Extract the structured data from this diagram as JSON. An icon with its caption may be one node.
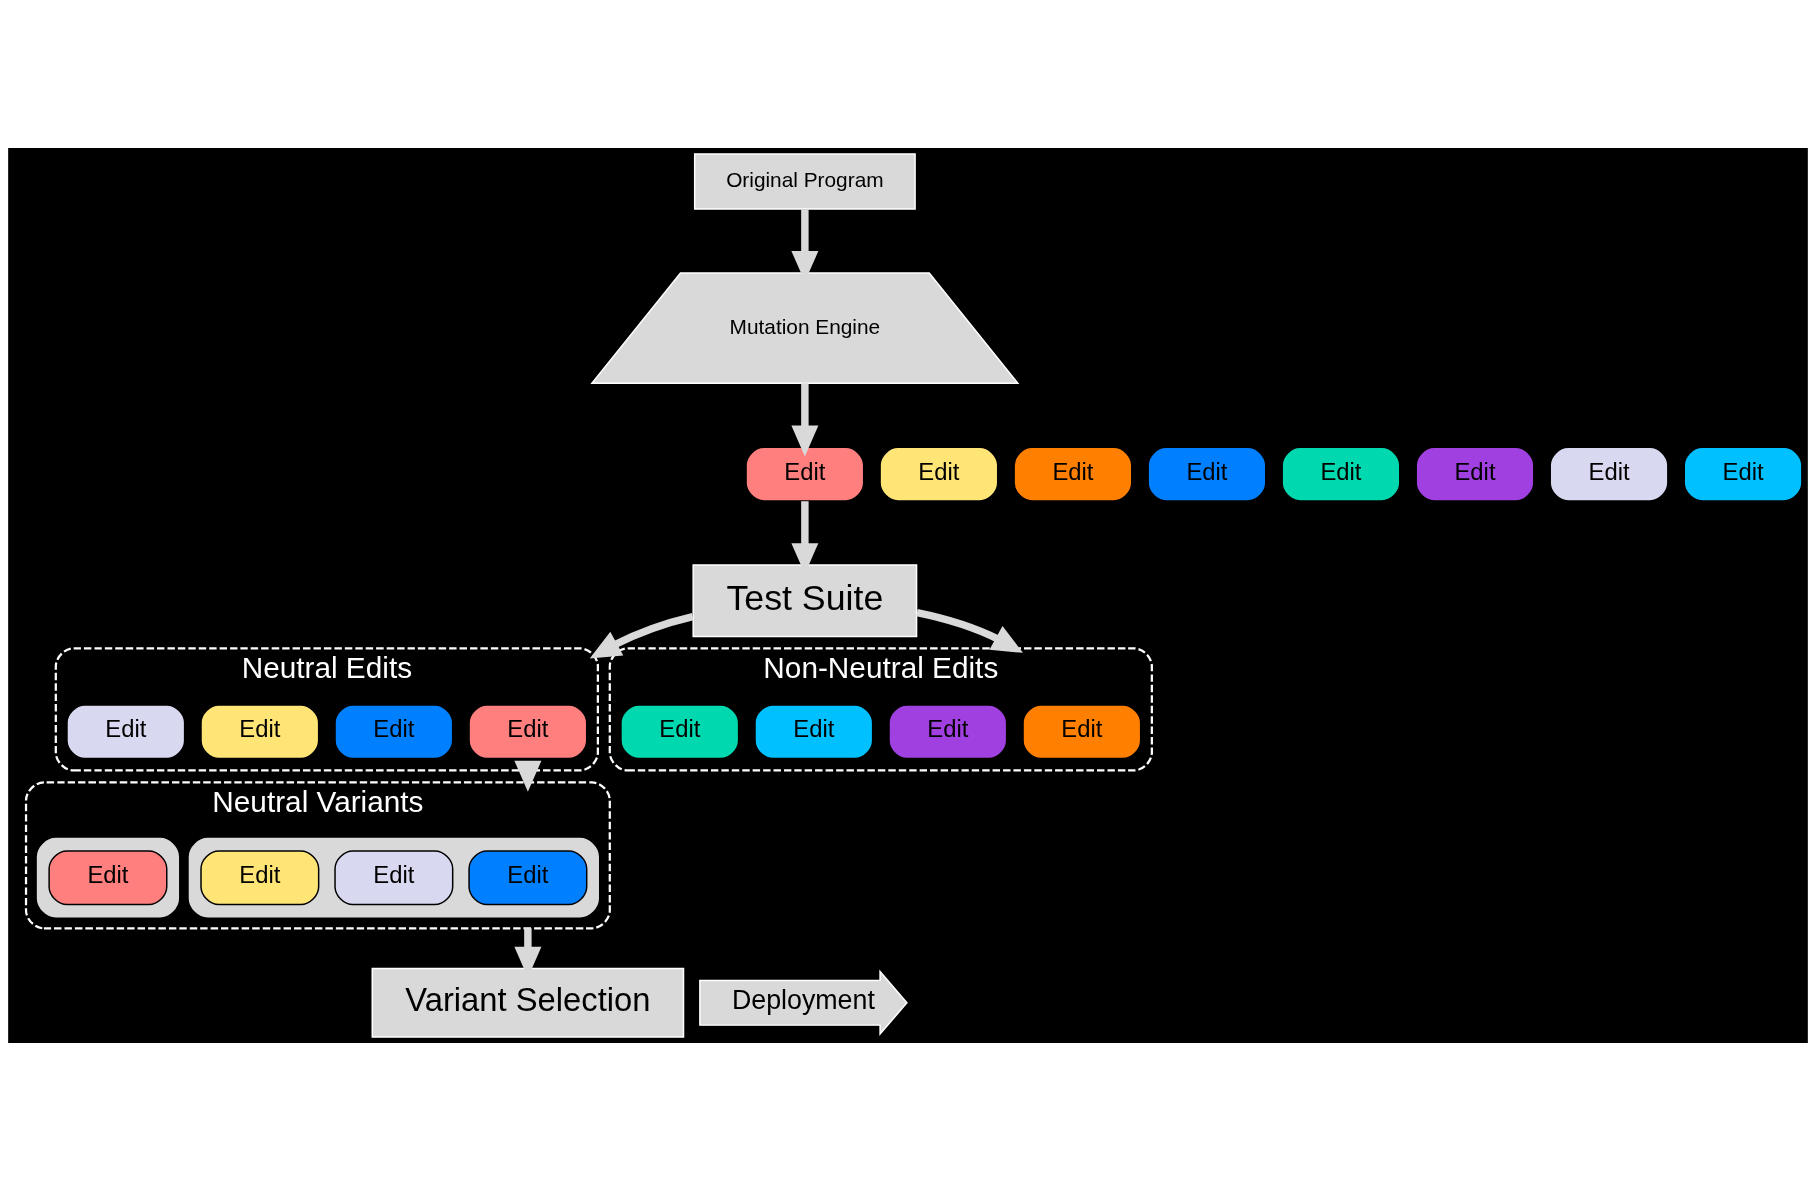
{
  "diagram": {
    "nodes": [
      {
        "text": [
          "Original Program"
        ]
      },
      {
        "text": [
          "Mutation Engine"
        ]
      },
      {
        "text": [
          "Edit"
        ]
      },
      {
        "text": [
          "Edit"
        ]
      },
      {
        "text": [
          "Edit"
        ]
      },
      {
        "text": [
          "Edit"
        ]
      },
      {
        "text": [
          "Edit"
        ]
      },
      {
        "text": [
          "Edit"
        ]
      },
      {
        "text": [
          "Edit"
        ]
      },
      {
        "text": [
          "Edit"
        ]
      },
      {
        "text": [
          "Test Suite"
        ]
      },
      {
        "text": [
          "Neutral Edits"
        ]
      },
      {
        "text": [
          "Edit"
        ],
        "in": 11
      },
      {
        "text": [
          "Edit"
        ],
        "in": 11
      },
      {
        "text": [
          "Edit"
        ],
        "in": 11
      },
      {
        "text": [
          "Edit"
        ],
        "in": 11
      },
      {
        "text": [
          "Non-Neutral Edits"
        ]
      },
      {
        "text": [
          "Edit"
        ],
        "in": 16
      },
      {
        "text": [
          "Edit"
        ],
        "in": 16
      },
      {
        "text": [
          "Edit"
        ],
        "in": 16
      },
      {
        "text": [
          "Edit"
        ],
        "in": 16
      },
      {
        "text": [
          "Neutral Variants"
        ]
      },
      {
        "text": [],
        "shape": "box",
        "in": 21
      },
      {
        "text": [
          "Edit"
        ],
        "in": 22
      },
      {
        "text": [
          "Edit"
        ],
        "in": 22
      },
      {
        "text": [
          "Edit"
        ],
        "in": 22
      },
      {
        "text": [],
        "shape": "box",
        "in": 21
      },
      {
        "text": [
          "Edit"
        ],
        "in": 26
      },
      {
        "text": [
          "Variant Selection"
        ]
      },
      {
        "text": [
          "Deployment"
        ]
      }
    ],
    "edges": [
      {
        "from": 0,
        "to": 1,
        "arrow": "to"
      },
      {
        "from": 1,
        "to": 6,
        "arrow": "to"
      },
      {
        "from": 6,
        "to": 10,
        "arrow": "to"
      },
      {
        "from": 10,
        "to": 11,
        "arrow": "to"
      },
      {
        "from": 10,
        "to": 16,
        "arrow": "to"
      },
      {
        "from": 11,
        "to": 21,
        "arrow": "to"
      },
      {
        "from": 21,
        "to": 28,
        "arrow": "to"
      }
    ]
  }
}
